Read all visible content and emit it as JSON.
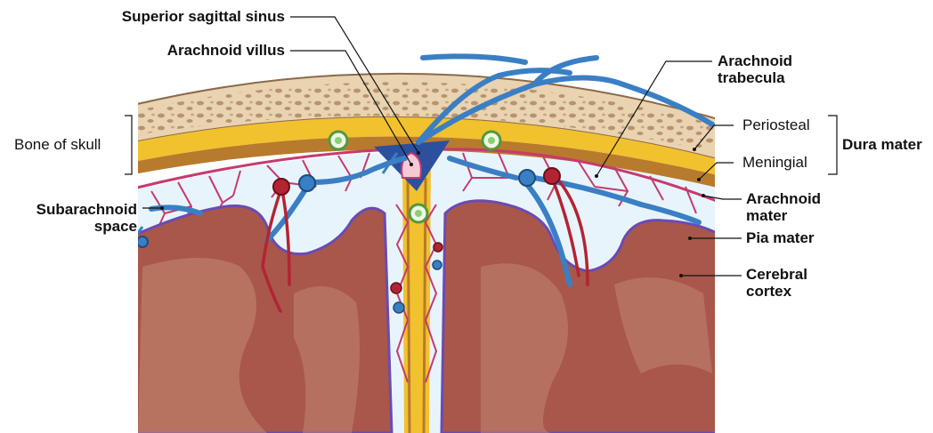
{
  "labels": {
    "superior_sagittal_sinus": "Superior sagittal sinus",
    "arachnoid_villus": "Arachnoid villus",
    "arachnoid_trabecula_1": "Arachnoid",
    "arachnoid_trabecula_2": "trabecula",
    "bone_of_skull": "Bone of skull",
    "periosteal": "Periosteal",
    "meningial": "Meningial",
    "dura_mater": "Dura mater",
    "subarachnoid_1": "Subarachnoid",
    "subarachnoid_2": "space",
    "arachnoid_mater_1": "Arachnoid",
    "arachnoid_mater_2": "mater",
    "pia_mater": "Pia mater",
    "cerebral_cortex_1": "Cerebral",
    "cerebral_cortex_2": "cortex"
  },
  "colors": {
    "bone": "#e9d3b0",
    "bone_pores": "#b79470",
    "periosteal": "#f2c12e",
    "meningeal": "#b87a2c",
    "subarachnoid": "#e8f4fb",
    "trabecula": "#c63a6e",
    "pia": "#6a4bb4",
    "cortex": "#a8574a",
    "cortex_shadow": "#c48a73",
    "vein": "#3a7fc4",
    "artery": "#b32433",
    "nerve_ring": "#4f9a3a"
  }
}
